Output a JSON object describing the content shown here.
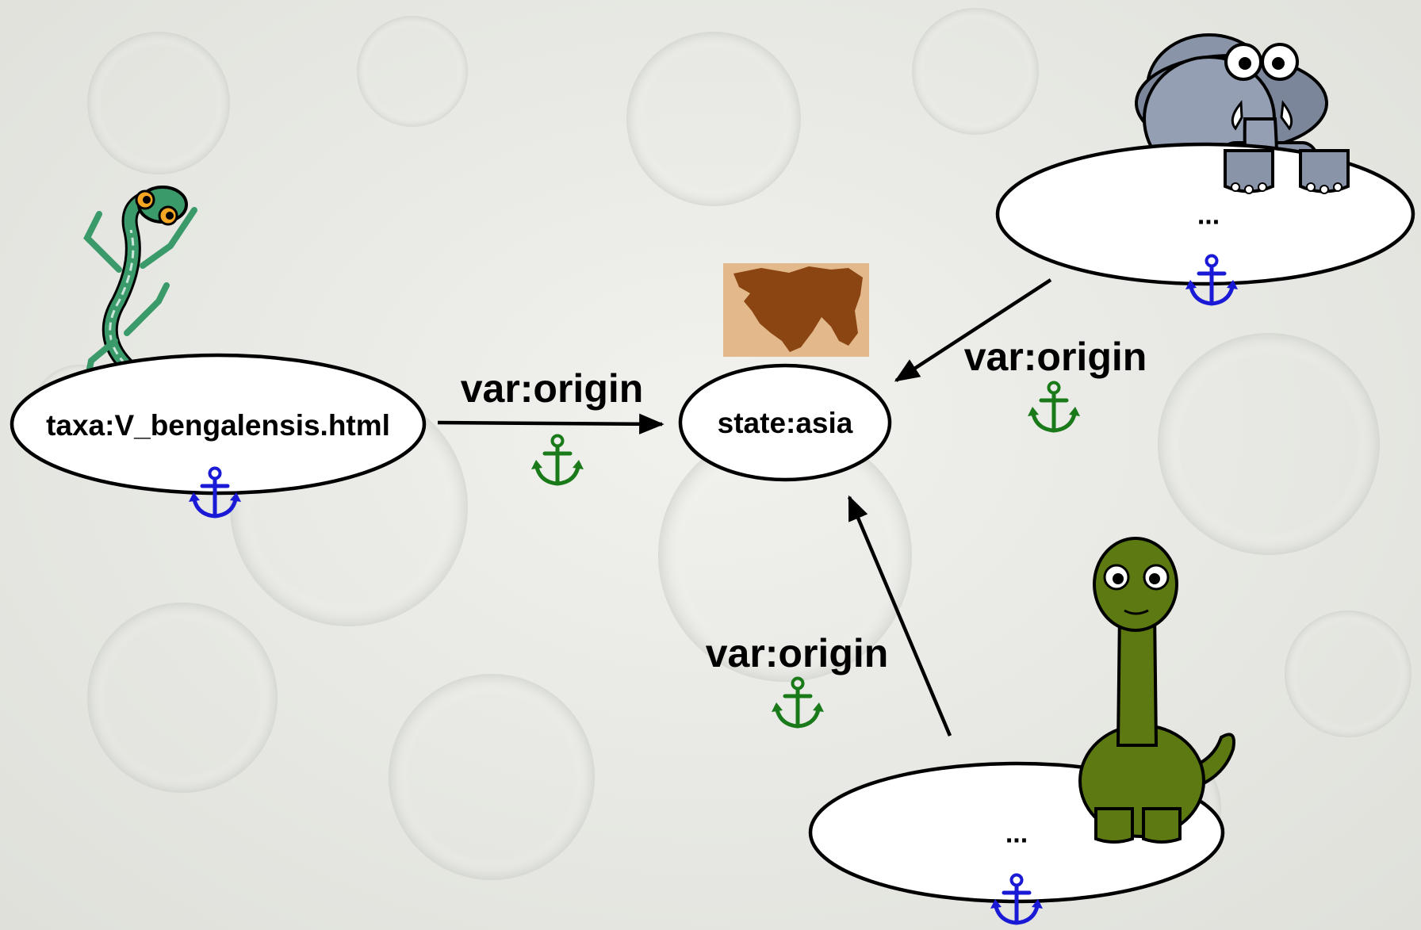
{
  "diagram": {
    "nodes": {
      "lizard_node": {
        "label": "taxa:V_bengalensis.html",
        "anchor_color": "#1a1ad6",
        "illustration": "lizard-illustration"
      },
      "asia_node": {
        "label": "state:asia",
        "illustration": "asia-map-icon"
      },
      "elephant_node": {
        "label": "...",
        "anchor_color": "#1a1ad6",
        "illustration": "elephant-illustration"
      },
      "dino_node": {
        "label": "...",
        "anchor_color": "#1a1ad6",
        "illustration": "dinosaur-illustration"
      }
    },
    "edges": [
      {
        "from": "lizard_node",
        "to": "asia_node",
        "label": "var:origin",
        "anchor_color": "#1a7a1a"
      },
      {
        "from": "elephant_node",
        "to": "asia_node",
        "label": "var:origin",
        "anchor_color": "#1a7a1a"
      },
      {
        "from": "dino_node",
        "to": "asia_node",
        "label": "var:origin",
        "anchor_color": "#1a7a1a"
      }
    ],
    "colors": {
      "node_fill": "#ffffff",
      "edge": "#000000",
      "map_land": "#8b4513",
      "map_background": "#e3b88a",
      "lizard": "#3a9a6a",
      "elephant": "#8a94a8",
      "dinosaur": "#5d7a12"
    }
  }
}
